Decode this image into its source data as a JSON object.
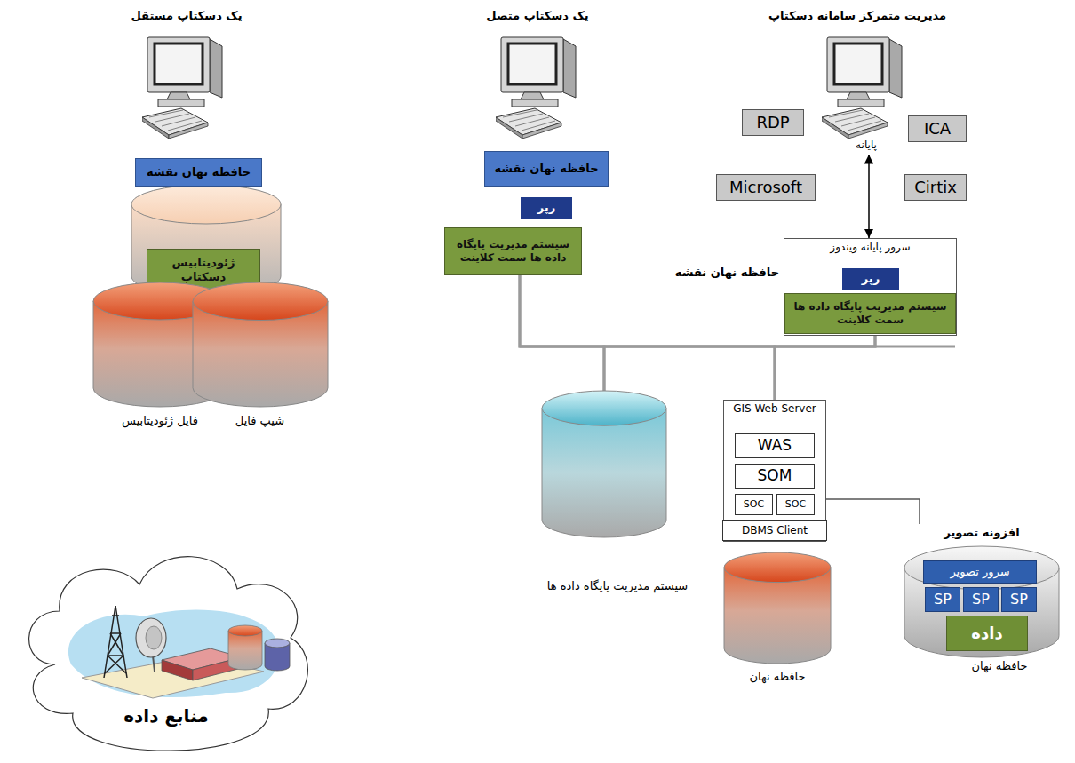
{
  "diagram": {
    "nodes": [
      {
        "text": [
          "حافظه نهان نقشه"
        ]
      },
      {
        "text": [
          "ژئودیتابیس دسکتاپ"
        ]
      },
      {
        "text": [
          "فایل ژئودیتابیس"
        ]
      },
      {
        "text": [
          "شیپ فایل"
        ]
      },
      {
        "text": [
          "حافظه نهان نقشه"
        ]
      },
      {
        "text": [
          "رپر"
        ]
      },
      {
        "text": [
          "سیستم مدیریت پایگاه داده ها سمت کلاینت"
        ]
      },
      {
        "text": [
          "RDP"
        ]
      },
      {
        "text": [
          "ICA"
        ]
      },
      {
        "text": [
          "پایانه"
        ]
      },
      {
        "text": [
          "Microsoft"
        ]
      },
      {
        "text": [
          "Cirtix"
        ]
      },
      {
        "text": [
          "سرور پایانه ویندوز",
          "حافظه نهان نقشه"
        ]
      },
      {
        "text": [
          "رپر"
        ],
        "in": 12
      },
      {
        "text": [
          "سیستم مدیریت پایگاه داده ها سمت کلاینت"
        ],
        "in": 12
      },
      {
        "text": [
          "سیستم مدیریت پایگاه داده ها"
        ]
      },
      {
        "text": [
          "GIS Web Server"
        ]
      },
      {
        "text": [
          "WAS"
        ],
        "in": 16
      },
      {
        "text": [
          "SOM"
        ],
        "in": 16
      },
      {
        "text": [
          "SOC"
        ],
        "in": 16
      },
      {
        "text": [
          "SOC"
        ],
        "in": 16
      },
      {
        "text": [
          "DBMS Client"
        ],
        "in": 16
      },
      {
        "text": [
          "حافظه نهان"
        ]
      },
      {
        "text": [
          "افزونه تصویر",
          "حافظه نهان"
        ]
      },
      {
        "text": [
          "سرور تصویر"
        ],
        "in": 23
      },
      {
        "text": [
          "SP"
        ],
        "in": 23
      },
      {
        "text": [
          "SP"
        ],
        "in": 23
      },
      {
        "text": [
          "SP"
        ],
        "in": 23
      },
      {
        "text": [
          "داده"
        ],
        "in": 23
      },
      {
        "text": [
          "منابع داده"
        ]
      }
    ],
    "edges": [
      {
        "from": 9,
        "to": 12,
        "arrow": "both"
      },
      {
        "from": 6,
        "to": 15,
        "arrow": "none"
      },
      {
        "from": 6,
        "to": 16,
        "arrow": "none"
      },
      {
        "from": 14,
        "to": 15,
        "arrow": "none"
      },
      {
        "from": 14,
        "to": 16,
        "arrow": "none"
      },
      {
        "from": 16,
        "to": 23,
        "arrow": "none"
      }
    ],
    "labels": [
      "یک دسکتاپ مستقل",
      "یک دسکتاپ متصل",
      "مدیریت متمرکز سامانه دسکتاپ"
    ]
  }
}
